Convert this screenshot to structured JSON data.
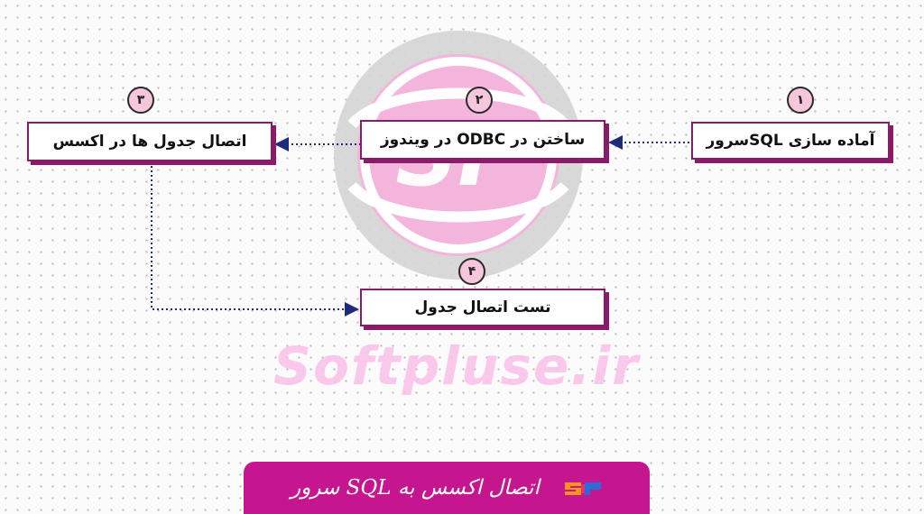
{
  "diagram": {
    "steps": [
      {
        "number": "۱",
        "label": "آماده سازی  SQLسرور"
      },
      {
        "number": "۲",
        "label": "ساختن در  ODBC در ویندوز"
      },
      {
        "number": "۳",
        "label": "اتصال جدول ها در اکسس"
      },
      {
        "number": "۴",
        "label": "تست اتصال جدول"
      }
    ],
    "watermark_text": "Softpluse.ir",
    "banner_title": "اتصال اکسس به SQL سرور",
    "colors": {
      "box_border": "#8a1a6a",
      "badge_fill": "#f6c6dc",
      "connector": "#1e2a7a",
      "banner": "#c6168f",
      "watermark": "#f9c3ea"
    }
  }
}
